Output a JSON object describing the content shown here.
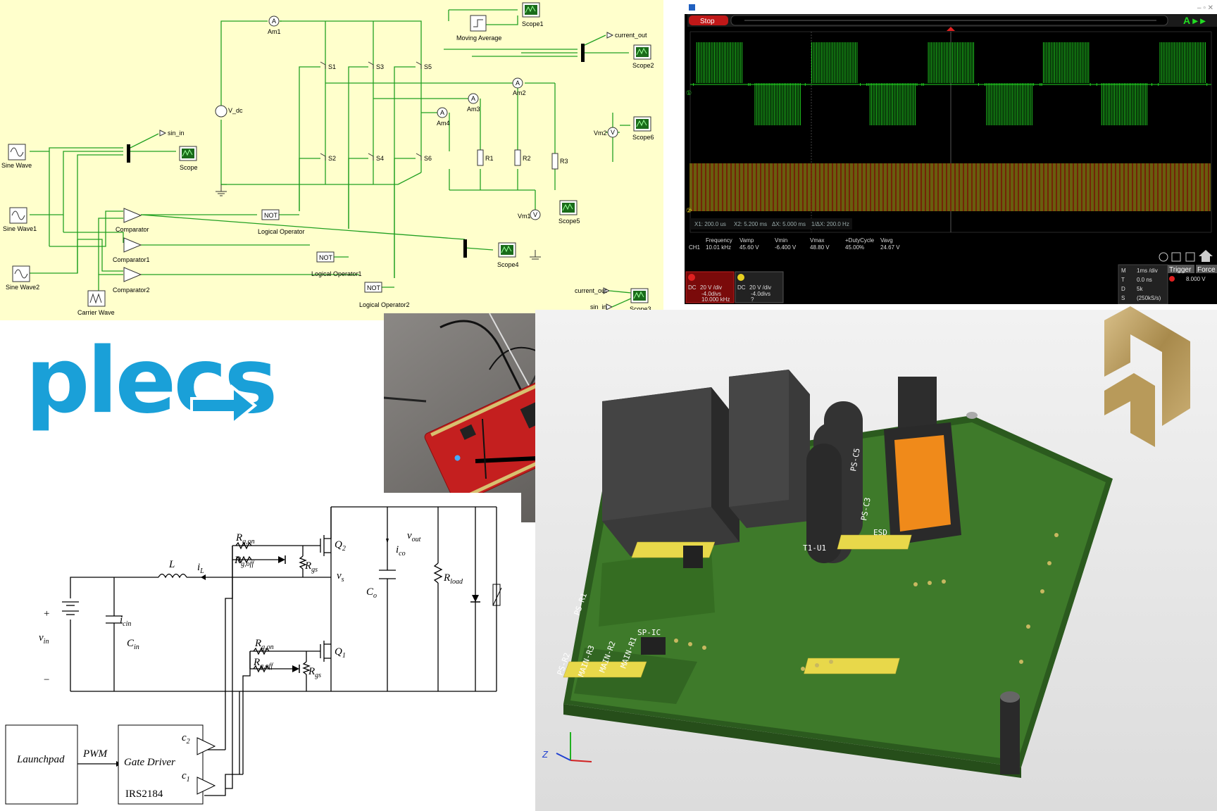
{
  "simulink": {
    "blocks": {
      "sine_wave": "Sine Wave",
      "sine_wave1": "Sine Wave1",
      "sine_wave2": "Sine Wave2",
      "carrier_wave": "Carrier Wave",
      "comparator": "Comparator",
      "comparator1": "Comparator1",
      "comparator2": "Comparator2",
      "not": "NOT",
      "logical_operator": "Logical Operator",
      "logical_operator1": "Logical Operator1",
      "logical_operator2": "Logical Operator2",
      "scope": "Scope",
      "scope1": "Scope1",
      "scope2": "Scope2",
      "scope3": "Scope3",
      "scope4": "Scope4",
      "scope5": "Scope5",
      "scope6": "Scope6",
      "moving_average": "Moving Average",
      "am1": "Am1",
      "am2": "Am2",
      "am3": "Am3",
      "am4": "Am4",
      "vm1": "Vm1",
      "vm2": "Vm2",
      "v_dc": "V_dc",
      "s1": "S1",
      "s2": "S2",
      "s3": "S3",
      "s4": "S4",
      "s5": "S5",
      "s6": "S6",
      "r1": "R1",
      "r2": "R2",
      "r3": "R3",
      "sin_in": "sin_in",
      "current_out": "current_out"
    }
  },
  "oscilloscope": {
    "stop_button": "Stop",
    "cursor_info": [
      "X1: 200.0 us",
      "X2: 5.200 ms",
      "ΔX: 5.000 ms",
      "1/ΔX: 200.0 Hz"
    ],
    "measure_headers": [
      "Frequency",
      "Vamp",
      "Vmin",
      "Vmax",
      "+DutyCycle",
      "Vavg"
    ],
    "measure_row_label": "CH1",
    "measure_values": [
      "10.01 kHz",
      "45.60 V",
      "-6.400 V",
      "48.80 V",
      "45.00%",
      "24.67 V"
    ],
    "ch1": {
      "coupling": "DC",
      "scale": "20 V /div",
      "offset": "-4.0divs",
      "freq": "10.000 kHz"
    },
    "ch2": {
      "coupling": "DC",
      "scale": "20 V /div",
      "offset": "-4.0divs",
      "freq": "?"
    },
    "timebase": {
      "m": "M",
      "m_val": "1ms /div",
      "t": "T",
      "t_val": "0.0 ns",
      "d": "D",
      "d_val": "5k",
      "s": "S",
      "s_val": "(250kS/s)"
    },
    "trigger_button": "Trigger",
    "force_button": "Force",
    "trigger_level": "8.000 V",
    "colors": {
      "ch1": "#22dd22",
      "ch2": "#e8d020",
      "ch2_alt": "#ff5010",
      "background": "#000000"
    }
  },
  "plecs_logo": {
    "text": "plecs",
    "color": "#1aa0d8"
  },
  "schematic": {
    "labels": {
      "rg_on": "R",
      "rg_on_sub": "g,on",
      "rg_off": "R",
      "rg_off_sub": "g,off",
      "rgs": "R",
      "rgs_sub": "gs",
      "q2": "Q",
      "q2_sub": "2",
      "q1": "Q",
      "q1_sub": "1",
      "l": "L",
      "il": "i",
      "il_sub": "L",
      "vs": "v",
      "vs_sub": "s",
      "vin": "v",
      "vin_sub": "in",
      "icin": "i",
      "icin_sub": "cin",
      "cin": "C",
      "cin_sub": "in",
      "ico": "i",
      "ico_sub": "co",
      "co": "C",
      "co_sub": "o",
      "vout": "v",
      "vout_sub": "out",
      "rload": "R",
      "rload_sub": "load",
      "plus": "+",
      "minus": "−",
      "launchpad": "Launchpad",
      "pwm": "PWM",
      "gate_driver": "Gate Driver",
      "irs": "IRS2184",
      "c2": "c",
      "c2_sub": "2",
      "c1": "c",
      "c1_sub": "1"
    }
  },
  "pcb": {
    "silkscreen": [
      "T1-U1",
      "SP-IC",
      "PS-R2",
      "MAIN-R3",
      "MAIN-R2",
      "MAIN-R1",
      "PS-R1",
      "PS-C5",
      "PS-C3",
      "ESD",
      "Z"
    ],
    "colors": {
      "board": "#3e7a2a",
      "pins": "#e8d84a",
      "module": "#f08a1a",
      "components": "#3a3a3a"
    }
  },
  "altium_logo": {
    "color": "#b89a5a"
  }
}
